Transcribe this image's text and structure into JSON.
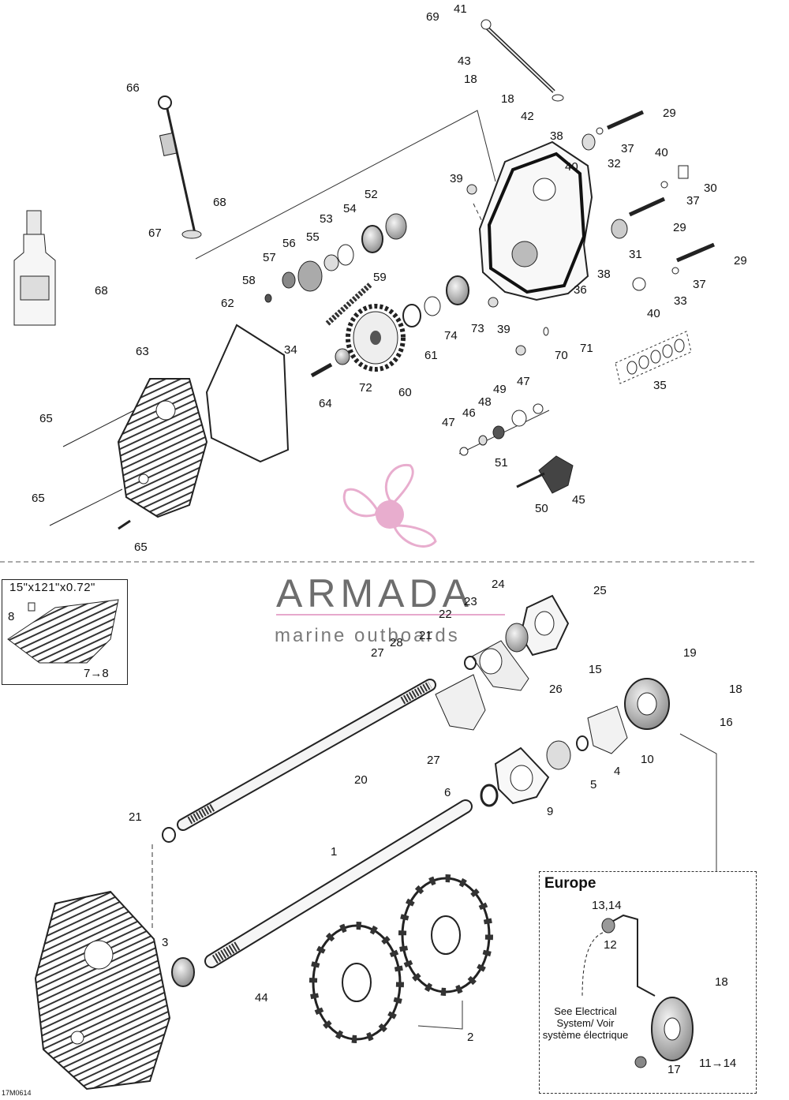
{
  "diagram_code": "17M0614",
  "dimension_spec": "15\"x121\"x0.72\"",
  "europe_label": "Europe",
  "electrical_note": "See Electrical System/ Voir système électrique",
  "watermark": {
    "brand": "ARMADA",
    "tagline": "marine outboards",
    "logo_color": "#e7a9cc"
  },
  "callouts": {
    "p69": "69",
    "p41": "41",
    "p43": "43",
    "p18a": "18",
    "p18b": "18",
    "p42": "42",
    "p29a": "29",
    "p38a": "38",
    "p37a": "37",
    "p40a": "40",
    "p32": "32",
    "p40b": "40",
    "p30": "30",
    "p66": "66",
    "p39a": "39",
    "p37b": "37",
    "p52": "52",
    "p54": "54",
    "p53": "53",
    "p29b": "29",
    "p68a": "68",
    "p67": "67",
    "p56": "56",
    "p55": "55",
    "p31": "31",
    "p29c": "29",
    "p57": "57",
    "p68b": "68",
    "p38b": "38",
    "p37c": "37",
    "p58": "58",
    "p59": "59",
    "p36": "36",
    "p33": "33",
    "p62": "62",
    "p40c": "40",
    "p73": "73",
    "p74": "74",
    "p39b": "39",
    "p63": "63",
    "p34": "34",
    "p61": "61",
    "p70": "70",
    "p71": "71",
    "p35": "35",
    "p72": "72",
    "p60": "60",
    "p49": "49",
    "p47a": "47",
    "p65a": "65",
    "p64": "64",
    "p48": "48",
    "p46": "46",
    "p47b": "47",
    "p51": "51",
    "p65b": "65",
    "p50": "50",
    "p45": "45",
    "p65c": "65",
    "p24": "24",
    "p25": "25",
    "p23": "23",
    "p8": "8",
    "p22": "22",
    "p21a": "21",
    "p28": "28",
    "p27a": "27",
    "p19": "19",
    "p15": "15",
    "p78": "7→8",
    "p18c": "18",
    "p26": "26",
    "p16": "16",
    "p27b": "27",
    "p10": "10",
    "p4": "4",
    "p20": "20",
    "p5": "5",
    "p6": "6",
    "p9": "9",
    "p21b": "21",
    "p1": "1",
    "p1314": "13,14",
    "p12": "12",
    "p3": "3",
    "p44": "44",
    "p18d": "18",
    "p2": "2",
    "p17": "17",
    "p1114": "11→14"
  }
}
